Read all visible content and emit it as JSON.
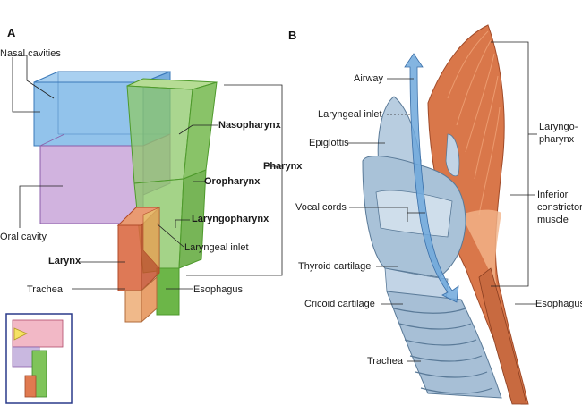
{
  "panels": {
    "a": "A",
    "b": "B"
  },
  "panel_a": {
    "labels": {
      "nasal_cavities": "Nasal cavities",
      "oral_cavity": "Oral cavity",
      "larynx": "Larynx",
      "trachea": "Trachea",
      "nasopharynx": "Nasopharynx",
      "oropharynx": "Oropharynx",
      "laryngopharynx": "Laryngopharynx",
      "laryngeal_inlet": "Laryngeal inlet",
      "esophagus": "Esophagus",
      "pharynx": "Pharynx"
    },
    "colors": {
      "nasal": "#7fb8e8",
      "oral": "#c9a6d9",
      "pharynx": "#8dc86a",
      "larynx": "#d9663f",
      "trachea": "#f0b98a"
    }
  },
  "panel_b": {
    "labels": {
      "airway": "Airway",
      "laryngeal_inlet": "Laryngeal inlet",
      "epiglottis": "Epiglottis",
      "vocal_cords": "Vocal cords",
      "thyroid_cartilage": "Thyroid cartilage",
      "cricoid_cartilage": "Cricoid cartilage",
      "trachea": "Trachea",
      "laryngopharynx_1": "Laryngo-",
      "laryngopharynx_2": "pharynx",
      "inferior_1": "Inferior",
      "inferior_2": "constrictor",
      "inferior_3": "muscle",
      "esophagus": "Esophagus"
    },
    "colors": {
      "muscle": "#d9774a",
      "cartilage": "#b8cde0",
      "airway": "#6fa8dc"
    }
  }
}
